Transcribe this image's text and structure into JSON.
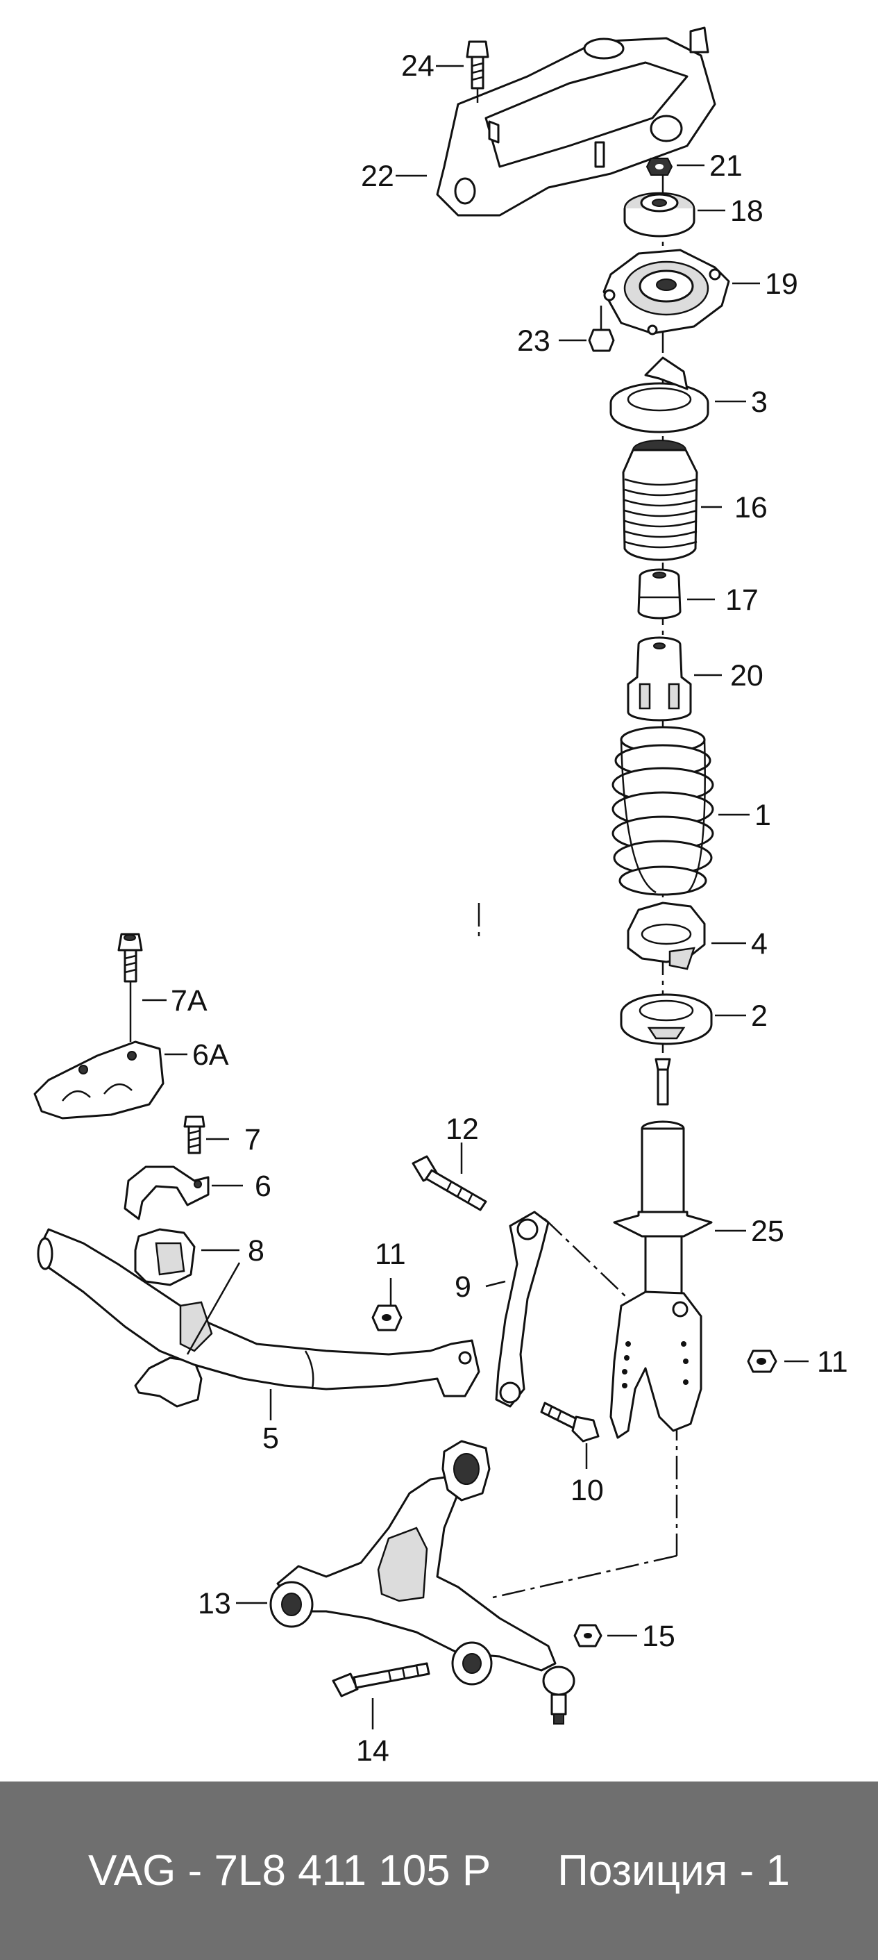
{
  "callouts": {
    "c24": "24",
    "c22": "22",
    "c21": "21",
    "c18": "18",
    "c19": "19",
    "c23": "23",
    "c3": "3",
    "c16": "16",
    "c17": "17",
    "c20": "20",
    "c1": "1",
    "c4": "4",
    "c2": "2",
    "c7A": "7A",
    "c6A": "6A",
    "c7": "7",
    "c6": "6",
    "c8": "8",
    "c12": "12",
    "c25": "25",
    "c11a": "11",
    "c9": "9",
    "c11b": "11",
    "c5": "5",
    "c10": "10",
    "c13": "13",
    "c15": "15",
    "c14": "14"
  },
  "footer": {
    "part_number": "VAG - 7L8 411 105 P",
    "position": "Позиция - 1"
  },
  "colors": {
    "footer_background": "#6f6f6f",
    "footer_text": "#ffffff",
    "line": "#111111"
  }
}
